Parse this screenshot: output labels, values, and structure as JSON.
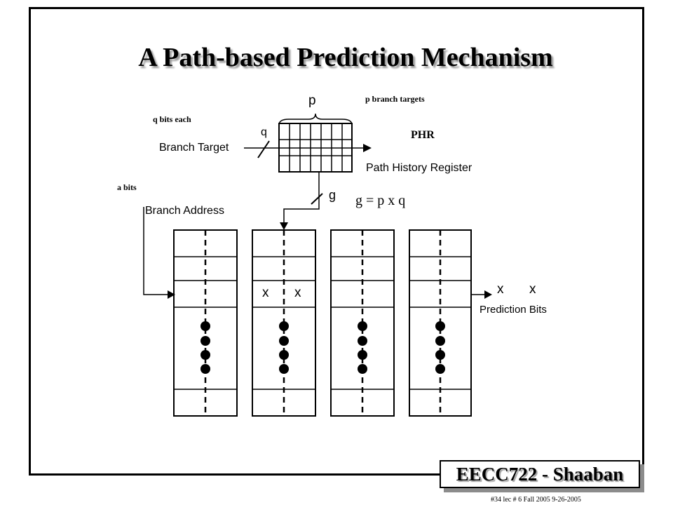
{
  "slide": {
    "title": "A Path-based Prediction Mechanism",
    "footer": {
      "badge": "EECC722 - Shaaban",
      "meta": "#34   lec # 6   Fall 2005   9-26-2005"
    }
  },
  "diagram": {
    "annotations": {
      "p_branch_targets": "p branch targets",
      "q_bits_each": "q bits each",
      "phr": "PHR",
      "a_bits": "a bits",
      "g_formula": "g = p  x  q"
    },
    "labels": {
      "p": "p",
      "q": "q",
      "g": "g",
      "branch_target": "Branch Target",
      "path_history_register": "Path History Register",
      "branch_address": "Branch Address",
      "x_left": "x",
      "x_right": "x",
      "out_x_left": "x",
      "out_x_right": "x",
      "prediction_bits": "Prediction Bits"
    }
  }
}
